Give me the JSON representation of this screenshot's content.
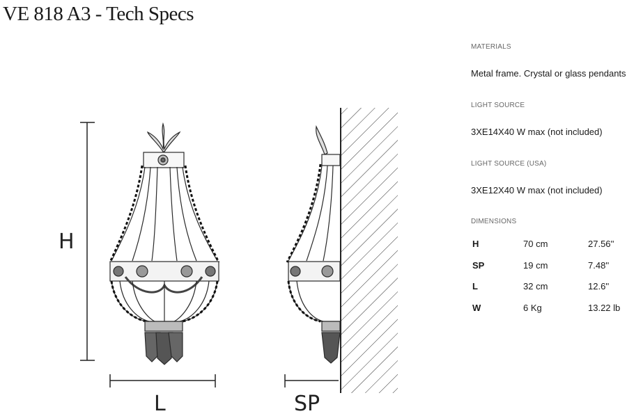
{
  "page": {
    "title": "VE 818 A3 - Tech Specs"
  },
  "drawing": {
    "labels": {
      "height": "H",
      "length": "L",
      "projection": "SP"
    }
  },
  "specs": {
    "materials": {
      "label": "MATERIALS",
      "value": "Metal frame. Crystal or glass pendants"
    },
    "light_source": {
      "label": "LIGHT SOURCE",
      "value": "3XE14X40 W max (not included)"
    },
    "light_source_usa": {
      "label": "LIGHT SOURCE (USA)",
      "value": "3XE12X40 W max (not included)"
    },
    "dimensions": {
      "label": "DIMENSIONS",
      "rows": [
        {
          "key": "H",
          "metric": "70 cm",
          "imperial": "27.56''"
        },
        {
          "key": "SP",
          "metric": "19 cm",
          "imperial": "7.48''"
        },
        {
          "key": "L",
          "metric": "32 cm",
          "imperial": "12.6''"
        },
        {
          "key": "W",
          "metric": "6 Kg",
          "imperial": "13.22 lb"
        }
      ]
    }
  }
}
